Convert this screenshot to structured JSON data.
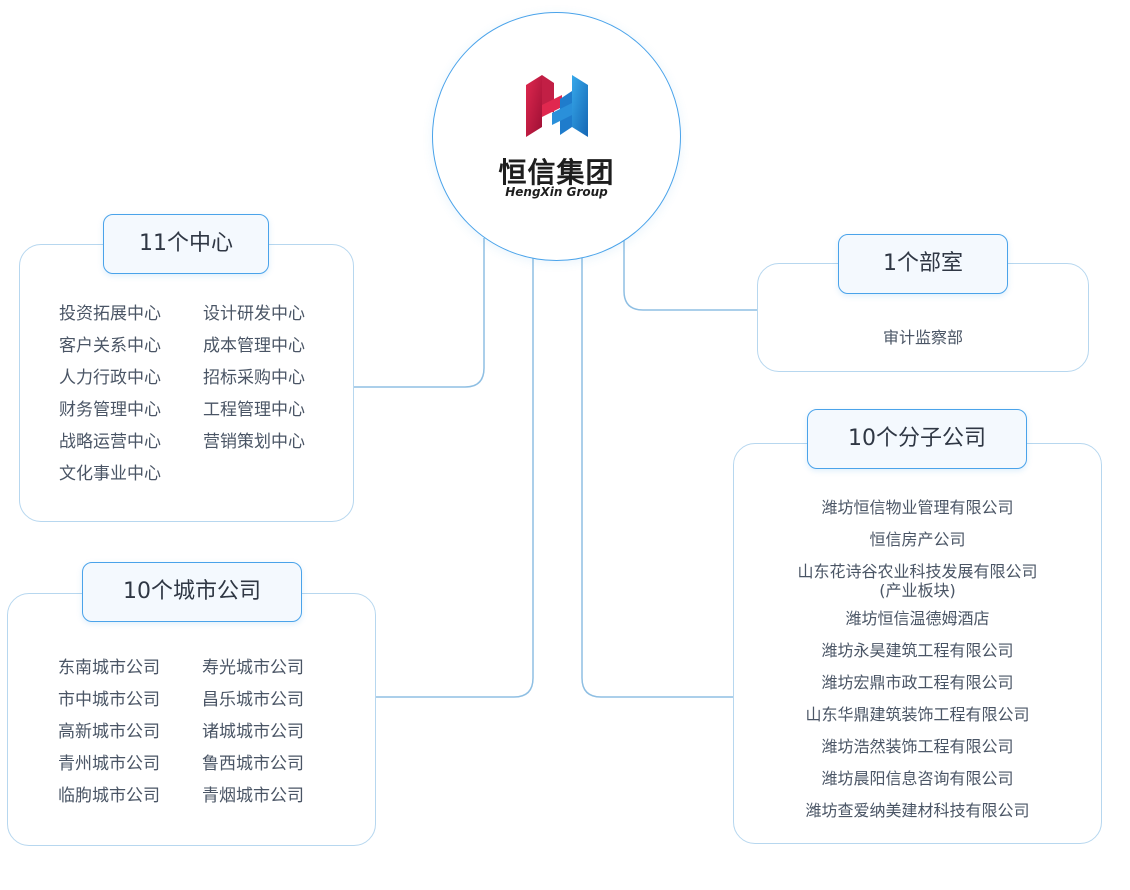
{
  "hub": {
    "name_cn": "恒信集团",
    "name_en": "HengXin Group"
  },
  "centers": {
    "title": "11个中心",
    "items": [
      "投资拓展中心",
      "设计研发中心",
      "客户关系中心",
      "成本管理中心",
      "人力行政中心",
      "招标采购中心",
      "财务管理中心",
      "工程管理中心",
      "战略运营中心",
      "营销策划中心",
      "文化事业中心"
    ]
  },
  "department": {
    "title": "1个部室",
    "items": [
      "审计监察部"
    ]
  },
  "city_companies": {
    "title": "10个城市公司",
    "items": [
      "东南城市公司",
      "寿光城市公司",
      "市中城市公司",
      "昌乐城市公司",
      "高新城市公司",
      "诸城城市公司",
      "青州城市公司",
      "鲁西城市公司",
      "临朐城市公司",
      "青烟城市公司"
    ]
  },
  "subsidiaries": {
    "title": "10个分子公司",
    "items": [
      "潍坊恒信物业管理有限公司",
      "恒信房产公司",
      "山东花诗谷农业科技发展有限公司",
      "(产业板块)",
      "潍坊恒信温德姆酒店",
      "潍坊永昊建筑工程有限公司",
      "潍坊宏鼎市政工程有限公司",
      "山东华鼎建筑装饰工程有限公司",
      "潍坊浩然装饰工程有限公司",
      "潍坊晨阳信息咨询有限公司",
      "潍坊查爱纳美建材科技有限公司"
    ]
  },
  "colors": {
    "accent": "#4aa3ea",
    "border": "#b7d7ef",
    "connector": "#8fbfe3"
  }
}
